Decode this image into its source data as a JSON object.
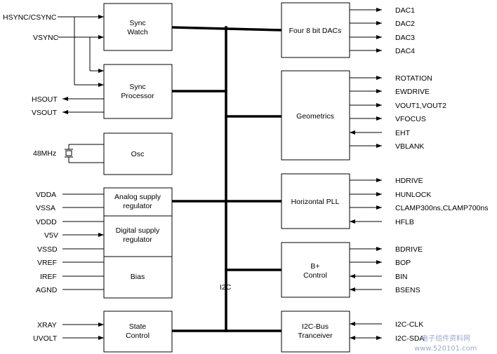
{
  "blocks": {
    "sync_watch": [
      "Sync",
      "Watch"
    ],
    "sync_processor": [
      "Sync",
      "Processor"
    ],
    "osc": [
      "Osc"
    ],
    "analog_supply": [
      "Analog supply",
      "regulator"
    ],
    "digital_supply": [
      "Digital supply",
      "regulator"
    ],
    "bias": [
      "Bias"
    ],
    "state_control": [
      "State",
      "Control"
    ],
    "dacs": [
      "Four 8 bit DACs"
    ],
    "geometrics": [
      "Geometrics"
    ],
    "hpll": [
      "Horizontal PLL"
    ],
    "bplus": [
      "B+",
      "Control"
    ],
    "i2c_transceiver": [
      "I2C-Bus",
      "Tranceiver"
    ]
  },
  "bus_label": "I2C",
  "left_signals": {
    "hsync": "HSYNC/CSYNC",
    "vsync": "VSYNC",
    "hsout": "HSOUT",
    "vsout": "VSOUT",
    "crystal": "48MHz",
    "vdda": "VDDA",
    "vssa": "VSSA",
    "vddd": "VDDD",
    "v5v": "V5V",
    "vssd": "VSSD",
    "vref": "VREF",
    "iref": "IREF",
    "agnd": "AGND",
    "xray": "XRAY",
    "uvolt": "UVOLT"
  },
  "right_signals": {
    "dac1": "DAC1",
    "dac2": "DAC2",
    "dac3": "DAC3",
    "dac4": "DAC4",
    "rotation": "ROTATION",
    "ewdrive": "EWDRIVE",
    "vout": "VOUT1,VOUT2",
    "vfocus": "VFOCUS",
    "eht": "EHT",
    "vblank": "VBLANK",
    "hdrive": "HDRIVE",
    "hunlock": "HUNLOCK",
    "clamp": "CLAMP300ns,CLAMP700ns",
    "hflb": "HFLB",
    "bdrive": "BDRIVE",
    "bop": "BOP",
    "bin": "BIN",
    "bsens": "BSENS",
    "i2c_clk": "I2C-CLK",
    "i2c_sda": "I2C-SDA"
  },
  "watermark": {
    "cn": "电子组件资料网",
    "url": "www.520101.com"
  }
}
